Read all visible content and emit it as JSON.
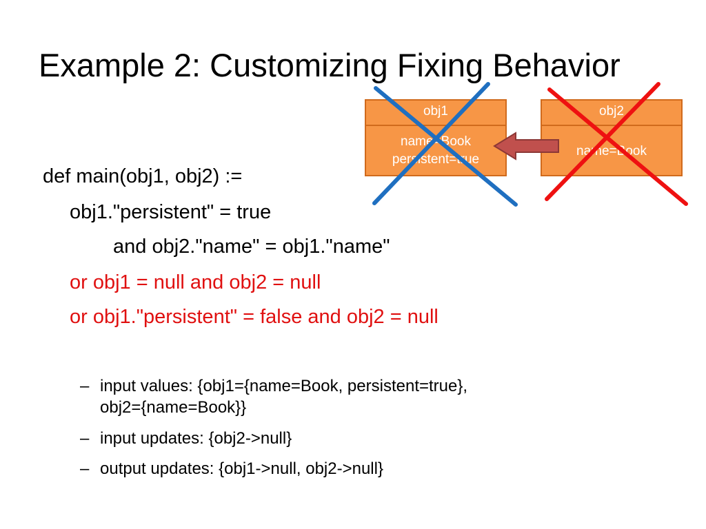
{
  "slide": {
    "title": "Example 2: Customizing Fixing Behavior",
    "code": {
      "line1": "def main(obj1, obj2) :=",
      "line2": "obj1.\"persistent\" = true",
      "line3": "and obj2.\"name\" = obj1.\"name\"",
      "line4": "or obj1 = null and obj2 = null",
      "line5": "or obj1.\"persistent\" = false and obj2 = null"
    },
    "bullets": [
      {
        "dash": "–",
        "lines": [
          "input values: {obj1={name=Book, persistent=true},",
          "obj2={name=Book}}"
        ]
      },
      {
        "dash": "–",
        "lines": [
          "input updates: {obj2->null}"
        ]
      },
      {
        "dash": "–",
        "lines": [
          "output updates: {obj1->null, obj2->null}"
        ]
      }
    ],
    "diagram": {
      "obj1": {
        "header": "obj1",
        "line1": "name=Book",
        "line2": "persistent=true"
      },
      "obj2": {
        "header": "obj2",
        "line1": "name=Book"
      }
    }
  },
  "colors": {
    "highlight_red": "#e01010",
    "box_fill": "#f79646",
    "box_border": "#d06a1c",
    "arrow_fill": "#c0504d",
    "cross_blue": "#1f6fc0",
    "cross_red": "#ee1111"
  }
}
